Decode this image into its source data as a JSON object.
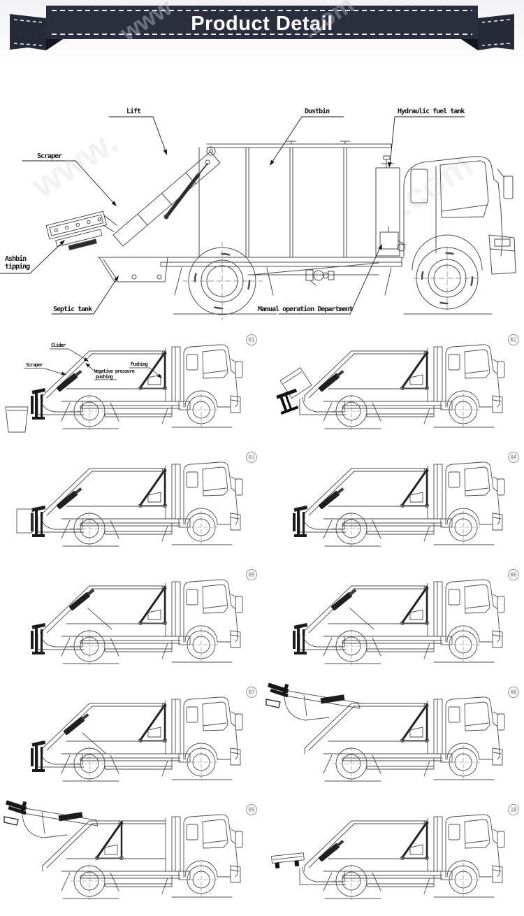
{
  "banner": {
    "title": "Product Detail"
  },
  "watermark": {
    "fragments": [
      "www",
      ".com",
      "www."
    ]
  },
  "main_diagram": {
    "labels": {
      "lift": "Lift",
      "scraper": "Scraper",
      "dustbin": "Dustbin",
      "hydraulic_fuel_tank": "Hydraulic fuel tank",
      "ashbin_tipping_line1": "Ashbin",
      "ashbin_tipping_line2": "tipping",
      "septic_tank": "Septic tank",
      "manual_operation": "Manual operation Department"
    }
  },
  "sequence": {
    "frame01_labels": {
      "slider": "Slider",
      "scraper": "Scraper",
      "negative_pressure_line1": "Negative pressure",
      "negative_pressure_line2": "pushing",
      "pushing": "Pushing"
    },
    "frames": [
      {
        "number": "01"
      },
      {
        "number": "02"
      },
      {
        "number": "03"
      },
      {
        "number": "04"
      },
      {
        "number": "05"
      },
      {
        "number": "06"
      },
      {
        "number": "07"
      },
      {
        "number": "08"
      },
      {
        "number": "09"
      },
      {
        "number": "10"
      }
    ]
  }
}
